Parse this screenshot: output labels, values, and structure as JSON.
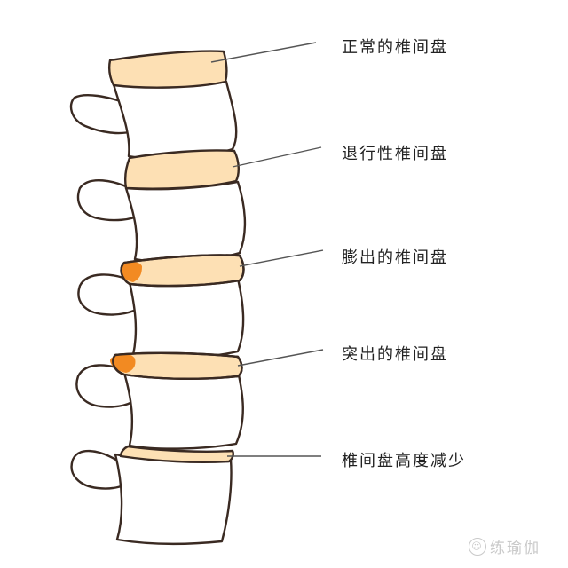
{
  "labels": [
    {
      "id": "normal",
      "text": "正常的椎间盘"
    },
    {
      "id": "degenerative",
      "text": "退行性椎间盘"
    },
    {
      "id": "bulging",
      "text": "膨出的椎间盘"
    },
    {
      "id": "herniated",
      "text": "突出的椎间盘"
    },
    {
      "id": "height_reduced",
      "text": "椎间盘高度减少"
    }
  ],
  "watermark": {
    "icon": "person-circle-icon",
    "text": "练瑜伽"
  },
  "colors": {
    "disc_fill": "#fde0b4",
    "bulge_accent": "#f28a22",
    "bone_fill": "#ffffff",
    "outline": "#3a2a22",
    "pointer_line": "#555555",
    "label_text": "#222222",
    "watermark": "#c9c9c9"
  }
}
